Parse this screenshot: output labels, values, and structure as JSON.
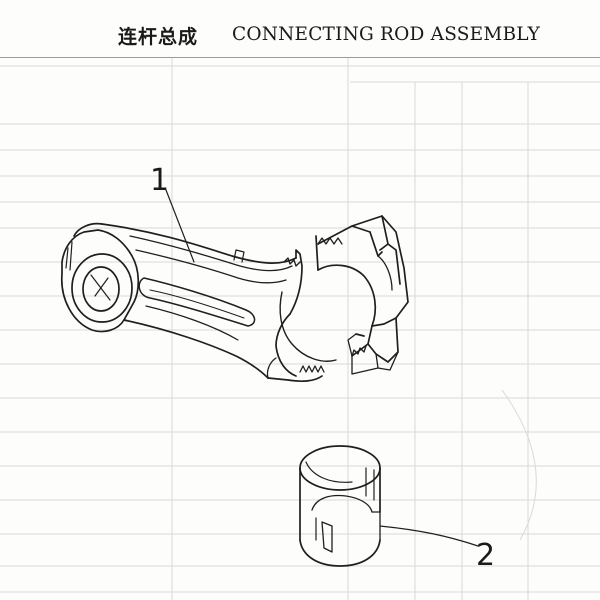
{
  "header": {
    "title_cn": "连杆总成",
    "title_en": "CONNECTING ROD ASSEMBLY"
  },
  "callouts": [
    {
      "number": "1",
      "part": "connecting-rod"
    },
    {
      "number": "2",
      "part": "bearing-shell"
    }
  ]
}
